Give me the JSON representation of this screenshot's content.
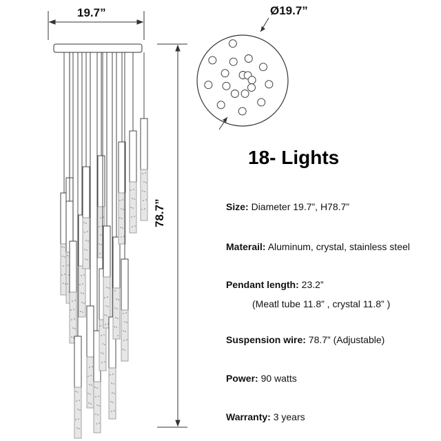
{
  "dimensions": {
    "width": "19.7”",
    "diameter": "Ø19.7”",
    "height": "78.7”"
  },
  "title": "18- Lights",
  "specs": {
    "size": {
      "key": "Size:",
      "value": " Diameter 19.7”, H78.7”"
    },
    "material": {
      "key": "Materail:",
      "value": " Aluminum, crystal, stainless steel"
    },
    "pendant": {
      "key": "Pendant length:",
      "value": " 23.2”"
    },
    "pendant_detail": "(Meatl tube 11.8” , crystal 11.8” )",
    "wire": {
      "key": "Suspension wire:",
      "value": "  78.7” (Adjustable)"
    },
    "power": {
      "key": "Power:",
      "value": " 90 watts"
    },
    "warranty": {
      "key": "Warranty:",
      "value": " 3 years"
    }
  },
  "colors": {
    "line": "#333333",
    "crystal": "#9a9a9a"
  }
}
